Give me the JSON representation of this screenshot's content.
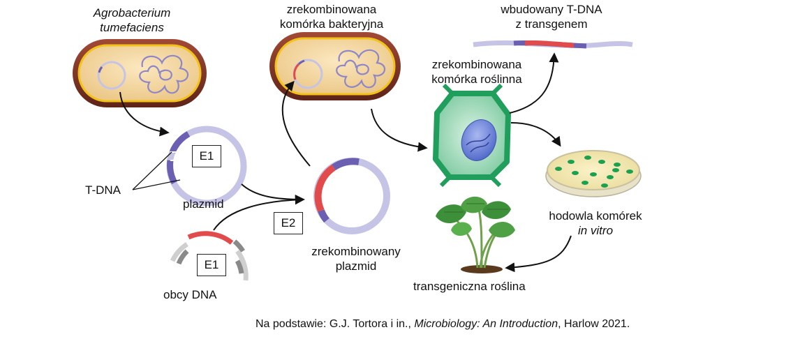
{
  "labels": {
    "agro_line1": "Agrobacterium",
    "agro_line2": "tumefaciens",
    "recomb_cell_line1": "zrekombinowana",
    "recomb_cell_line2": "komórka bakteryjna",
    "tdna_insert_line1": "wbudowany T-DNA",
    "tdna_insert_line2": "z transgenem",
    "plant_cell_line1": "zrekombinowana",
    "plant_cell_line2": "komórka roślinna",
    "tdna": "T-DNA",
    "plazmid": "plazmid",
    "recomb_plasmid_line1": "zrekombinowany",
    "recomb_plasmid_line2": "plazmid",
    "foreign_dna": "obcy DNA",
    "culture_line1": "hodowla komórek",
    "culture_line2": "in vitro",
    "transgenic_plant": "transgeniczna roślina"
  },
  "enzyme_boxes": {
    "e1_plasmid": "E1",
    "e1_foreign": "E1",
    "e2": "E2"
  },
  "source": {
    "prefix": "Na podstawie: G.J. Tortora i in., ",
    "title": "Microbiology: An Introduction",
    "suffix": ", Harlow 2021."
  },
  "colors": {
    "bacterium_wall": "#7a2f22",
    "bacterium_inner": "#f3d6a0",
    "membrane": "#f2c316",
    "plasmid": "#c6c4e6",
    "tdna": "#6a5fb0",
    "transgene": "#e24b4b",
    "foreign_dna": "#9e9e9e",
    "plant_cell_wall": "#1f9e5c",
    "plant_cell_inner": "#a8dcc0",
    "nucleus": "#6f86d9",
    "petri_cells": "#1aa04e"
  }
}
